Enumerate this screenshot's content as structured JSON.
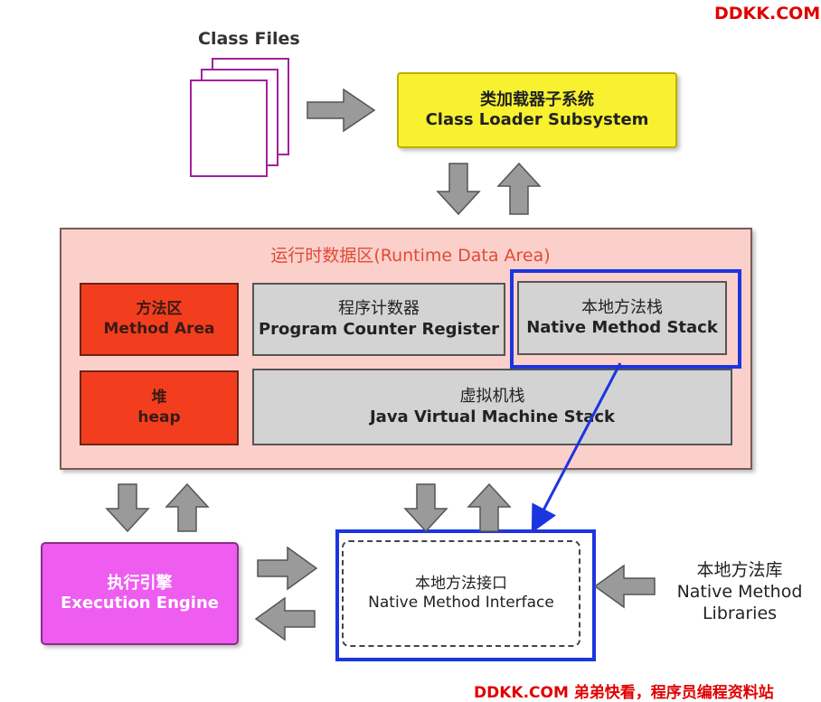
{
  "watermarks": {
    "top": "DDKK.COM",
    "bottom": "DDKK.COM 弟弟快看，程序员编程资料站"
  },
  "class_files": {
    "label": "Class Files"
  },
  "class_loader": {
    "cn": "类加载器子系统",
    "en": "Class Loader Subsystem"
  },
  "runtime_area": {
    "title": "运行时数据区(Runtime Data Area)",
    "method_area": {
      "cn": "方法区",
      "en": "Method Area"
    },
    "heap": {
      "cn": "堆",
      "en": "heap"
    },
    "pc_register": {
      "cn": "程序计数器",
      "en": "Program Counter Register"
    },
    "native_stack": {
      "cn": "本地方法栈",
      "en": "Native Method Stack"
    },
    "jvm_stack": {
      "cn": "虚拟机栈",
      "en": "Java Virtual Machine Stack"
    }
  },
  "execution_engine": {
    "cn": "执行引擎",
    "en": "Execution Engine"
  },
  "native_interface": {
    "cn": "本地方法接口",
    "en": "Native Method Interface"
  },
  "native_libraries": {
    "cn": "本地方法库",
    "en1": "Native Method",
    "en2": "Libraries"
  },
  "colors": {
    "loader": "#f7f130",
    "runtime_bg": "#fbd0cb",
    "red_box": "#f23e1e",
    "gray_box": "#d3d3d3",
    "exec_engine": "#ee5cf0",
    "highlight": "#1c35e0",
    "arrow_fill": "#9a9a9a",
    "watermark": "#e00000"
  }
}
